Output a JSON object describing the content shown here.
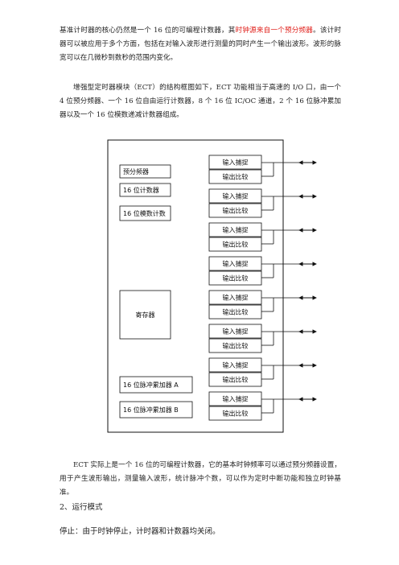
{
  "paragraphs": {
    "p1_before": "基准计时器的核心仍然是一个 16 位的可编程计数器，其",
    "p1_red": "时钟源来自一个预分频器",
    "p1_after": "。该计时器可以被应用于多个方面，包括在对输入波形进行测量的同时产生一个输出波形。波形的脉宽可以在几微秒到数秒的范围内变化。",
    "p2": "增强型定时器模块（ECT）的结构框图如下，ECT 功能相当于高速的 I/O 口，由一个 4 位预分频器、一个 16 位自由运行计数器，8 个 16 位 IC/OC 通道，2 个 16 位脉冲累加器以及一个 16 位模数递减计数器组成。",
    "p3": "ECT 实际上是一个 16 位的可编程计数器，它的基本时钟频率可以通过预分频器设置，用于产生波形输出，测量输入波形，统计脉冲个数，可以作为定时中断功能和独立时钟基准。"
  },
  "diagram": {
    "left_blocks": [
      "预分频器",
      "16 位计数器",
      "16 位模数计数",
      "寄存器",
      "16 位脉冲累加器 A",
      "16 位脉冲累加器 B"
    ],
    "channels": [
      {
        "input": "输入捕捉",
        "output": "输出比较"
      },
      {
        "input": "输入捕捉",
        "output": "输出比较"
      },
      {
        "input": "输入捕捉",
        "output": "输出比较"
      },
      {
        "input": "输入捕捉",
        "output": "输出比较"
      },
      {
        "input": "输入捕捉",
        "output": "输出比较"
      },
      {
        "input": "输入捕捉",
        "output": "输出比较"
      },
      {
        "input": "输入捕捉",
        "output": "输出比较"
      },
      {
        "input": "输入捕捉",
        "output": "输出比较"
      }
    ]
  },
  "section": {
    "heading": "2、运行模式",
    "stop_text": "停止：由于时钟停止，计时器和计数器均关闭。"
  }
}
